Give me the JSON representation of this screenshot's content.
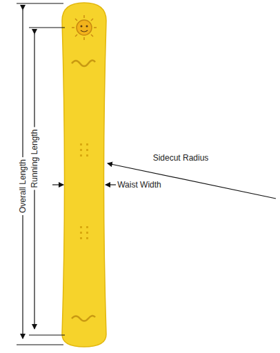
{
  "diagram": {
    "labels": [
      "Overall Length",
      "Running Length",
      "Sidecut Radius",
      "Waist Width"
    ]
  }
}
